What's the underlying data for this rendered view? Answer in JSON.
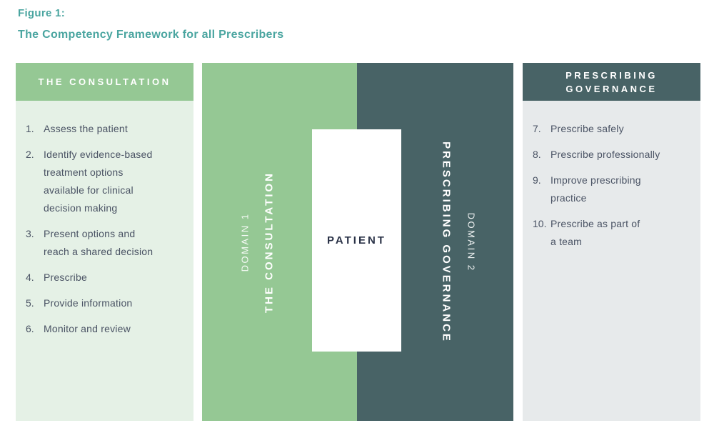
{
  "figure": {
    "label": "Figure 1:",
    "title": "The Competency Framework for all Prescribers"
  },
  "left_panel": {
    "header": "THE CONSULTATION",
    "items": [
      {
        "num": "1.",
        "text": "Assess the patient"
      },
      {
        "num": "2.",
        "text": "Identify evidence-based\ntreatment options\navailable for clinical\ndecision making"
      },
      {
        "num": "3.",
        "text": "Present options and\nreach a shared decision"
      },
      {
        "num": "4.",
        "text": "Prescribe"
      },
      {
        "num": "5.",
        "text": "Provide information"
      },
      {
        "num": "6.",
        "text": "Monitor and review"
      }
    ]
  },
  "center": {
    "domain1": {
      "domain_label": "DOMAIN 1",
      "title": "THE CONSULTATION"
    },
    "domain2": {
      "domain_label": "DOMAIN 2",
      "title": "PRESCRIBING GOVERNANCE"
    },
    "patient_label": "PATIENT"
  },
  "right_panel": {
    "header": "PRESCRIBING\nGOVERNANCE",
    "items": [
      {
        "num": "7.",
        "text": "Prescribe safely"
      },
      {
        "num": "8.",
        "text": "Prescribe professionally"
      },
      {
        "num": "9.",
        "text": "Improve prescribing\npractice"
      },
      {
        "num": "10.",
        "text": "Prescribe as part of\na team"
      }
    ]
  },
  "colors": {
    "title_teal": "#4AA5A0",
    "green": "#95C894",
    "dark_teal": "#486366",
    "light_green": "#E5F1E6",
    "light_gray": "#E7EAEB",
    "text_dark": "#4A5364",
    "patient_text": "#2A3247"
  }
}
